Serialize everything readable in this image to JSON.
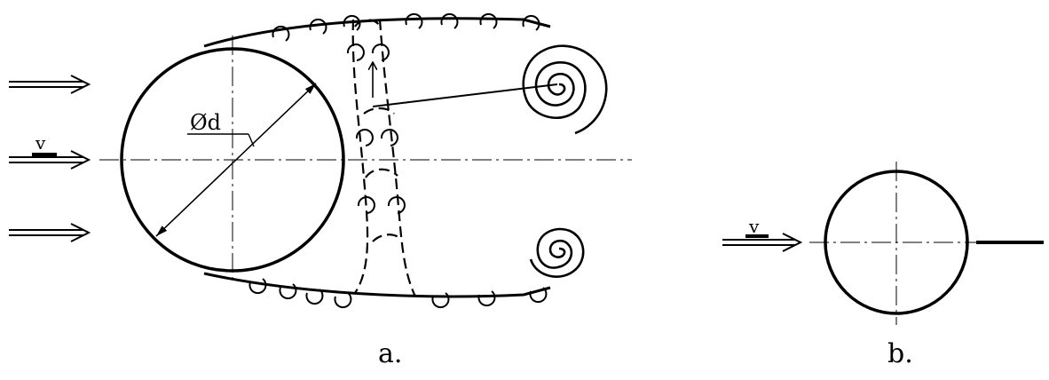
{
  "diagram": {
    "figure_a": {
      "caption": "a.",
      "velocity_label": "v",
      "diameter_label": "Ød"
    },
    "figure_b": {
      "caption": "b.",
      "velocity_label": "v"
    },
    "colors": {
      "stroke": "#000000",
      "background": "#ffffff"
    }
  }
}
